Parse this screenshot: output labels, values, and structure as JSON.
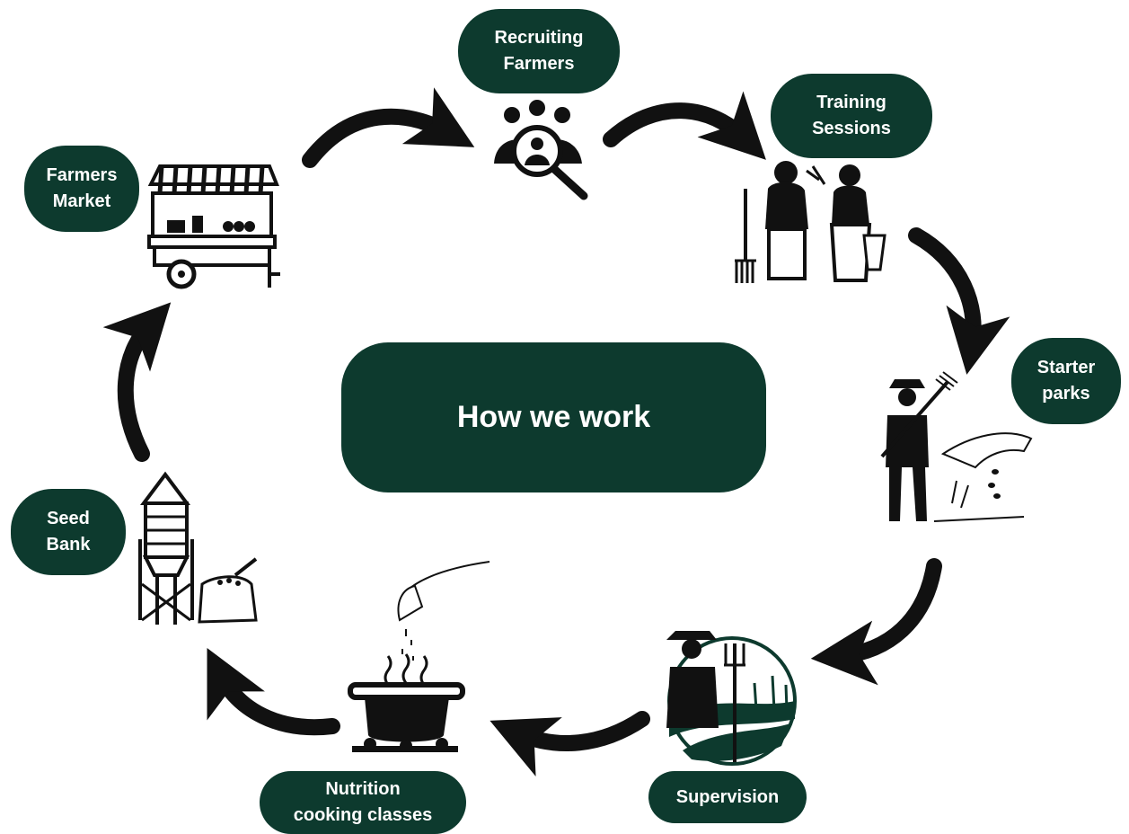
{
  "title": "How we work",
  "colors": {
    "pill": "#0d3a2e",
    "ink": "#111111"
  },
  "steps": [
    {
      "label": "Recruiting\nFarmers",
      "icon": "recruiting-search-people-icon"
    },
    {
      "label": "Training\nSessions",
      "icon": "farmers-couple-icon"
    },
    {
      "label": "Starter\nparks",
      "icon": "farmer-sowing-seeds-icon"
    },
    {
      "label": "Supervision",
      "icon": "farmer-badge-icon"
    },
    {
      "label": "Nutrition\ncooking classes",
      "icon": "cooking-pot-icon"
    },
    {
      "label": "Seed\nBank",
      "icon": "silo-seed-sack-icon"
    },
    {
      "label": "Farmers\nMarket",
      "icon": "market-cart-icon"
    }
  ]
}
